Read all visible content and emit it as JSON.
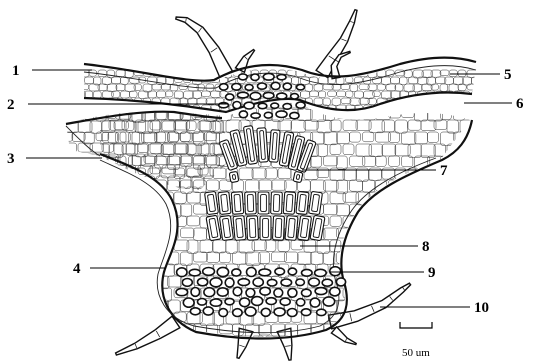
{
  "labels": [
    {
      "id": "1",
      "text": "1"
    },
    {
      "id": "2",
      "text": "2"
    },
    {
      "id": "3",
      "text": "3"
    },
    {
      "id": "4",
      "text": "4"
    },
    {
      "id": "5",
      "text": "5"
    },
    {
      "id": "6",
      "text": "6"
    },
    {
      "id": "7",
      "text": "7"
    },
    {
      "id": "8",
      "text": "8"
    },
    {
      "id": "9",
      "text": "9"
    },
    {
      "id": "10",
      "text": "10"
    }
  ],
  "scale_bar": {
    "text": "50 um"
  }
}
